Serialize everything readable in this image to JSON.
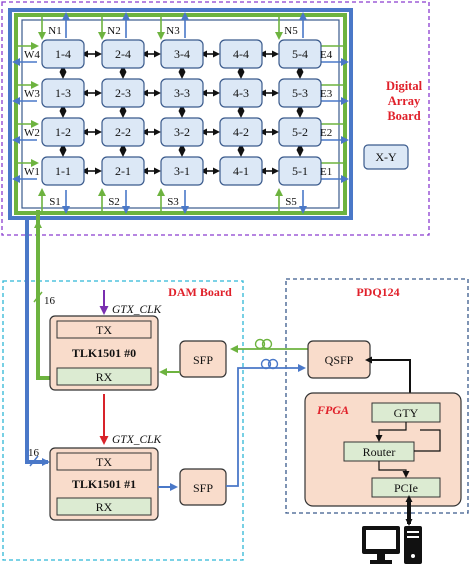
{
  "colors": {
    "purple_border": "#8a3ccf",
    "cyan_border": "#2fb6d6",
    "navy_border": "#3a5a8c",
    "green": "#6db33f",
    "blue": "#4a78c8",
    "cell_fill": "#dce8f6",
    "peach_fill": "#f9dccb",
    "green_fill": "#dcebd2",
    "red_text": "#e0202a",
    "red_arrow": "#d8232a",
    "purple_arrow": "#7a2fb0"
  },
  "digital_array_board": {
    "title_line1": "Digital",
    "title_line2": "Array",
    "title_line3": "Board",
    "legend_box": "X-Y",
    "north_ports": [
      "N1",
      "N2",
      "N3",
      "N5"
    ],
    "south_ports": [
      "S1",
      "S2",
      "S3",
      "S5"
    ],
    "west_ports": [
      "W4",
      "W3",
      "W2",
      "W1"
    ],
    "east_ports": [
      "E4",
      "E3",
      "E2",
      "E1"
    ],
    "rows": [
      [
        "1-4",
        "2-4",
        "3-4",
        "4-4",
        "5-4"
      ],
      [
        "1-3",
        "2-3",
        "3-3",
        "4-3",
        "5-3"
      ],
      [
        "1-2",
        "2-2",
        "3-2",
        "4-2",
        "5-2"
      ],
      [
        "1-1",
        "2-1",
        "3-1",
        "4-1",
        "5-1"
      ]
    ]
  },
  "dam_board": {
    "title": "DAM Board",
    "gtx_clk_1": "GTX_CLK",
    "gtx_clk_2": "GTX_CLK",
    "bus_width_1": "16",
    "bus_width_2": "16",
    "tlk0": {
      "tx": "TX",
      "name": "TLK1501 #0",
      "rx": "RX"
    },
    "tlk1": {
      "tx": "TX",
      "name": "TLK1501 #1",
      "rx": "RX"
    },
    "sfp_top": "SFP",
    "sfp_bottom": "SFP"
  },
  "pdq_board": {
    "title": "PDQ124",
    "qsfp": "QSFP",
    "fpga_label": "FPGA",
    "gty": "GTY",
    "router": "Router",
    "pcie": "PCIe"
  }
}
